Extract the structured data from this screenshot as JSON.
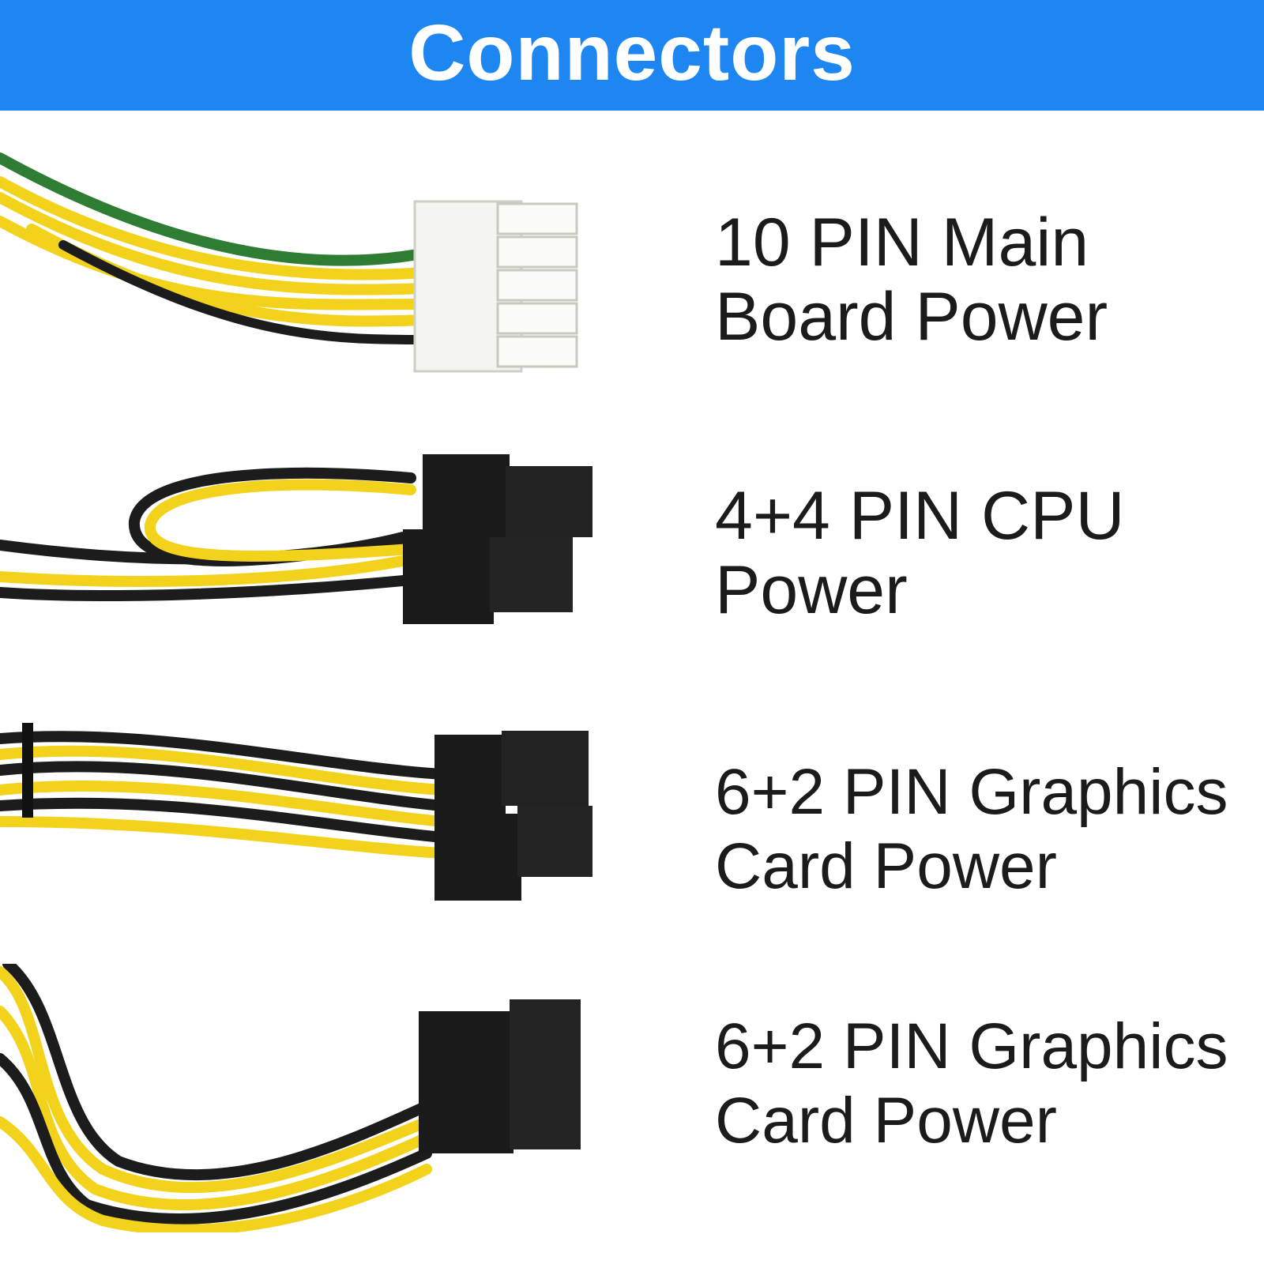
{
  "header": {
    "title": "Connectors"
  },
  "connectors": [
    {
      "line1": "10 PIN Main",
      "line2": "Board Power",
      "connector_color": "white"
    },
    {
      "line1": "4+4 PIN CPU",
      "line2": "Power",
      "connector_color": "black"
    },
    {
      "line1": "6+2 PIN Graphics",
      "line2": "Card Power",
      "connector_color": "black"
    },
    {
      "line1": "6+2 PIN Graphics",
      "line2": "Card Power",
      "connector_color": "black"
    }
  ],
  "colors": {
    "banner": "#1e86f0",
    "wire_yellow": "#f2d21b",
    "wire_black": "#1c1c1c",
    "wire_green": "#2e7d32"
  }
}
